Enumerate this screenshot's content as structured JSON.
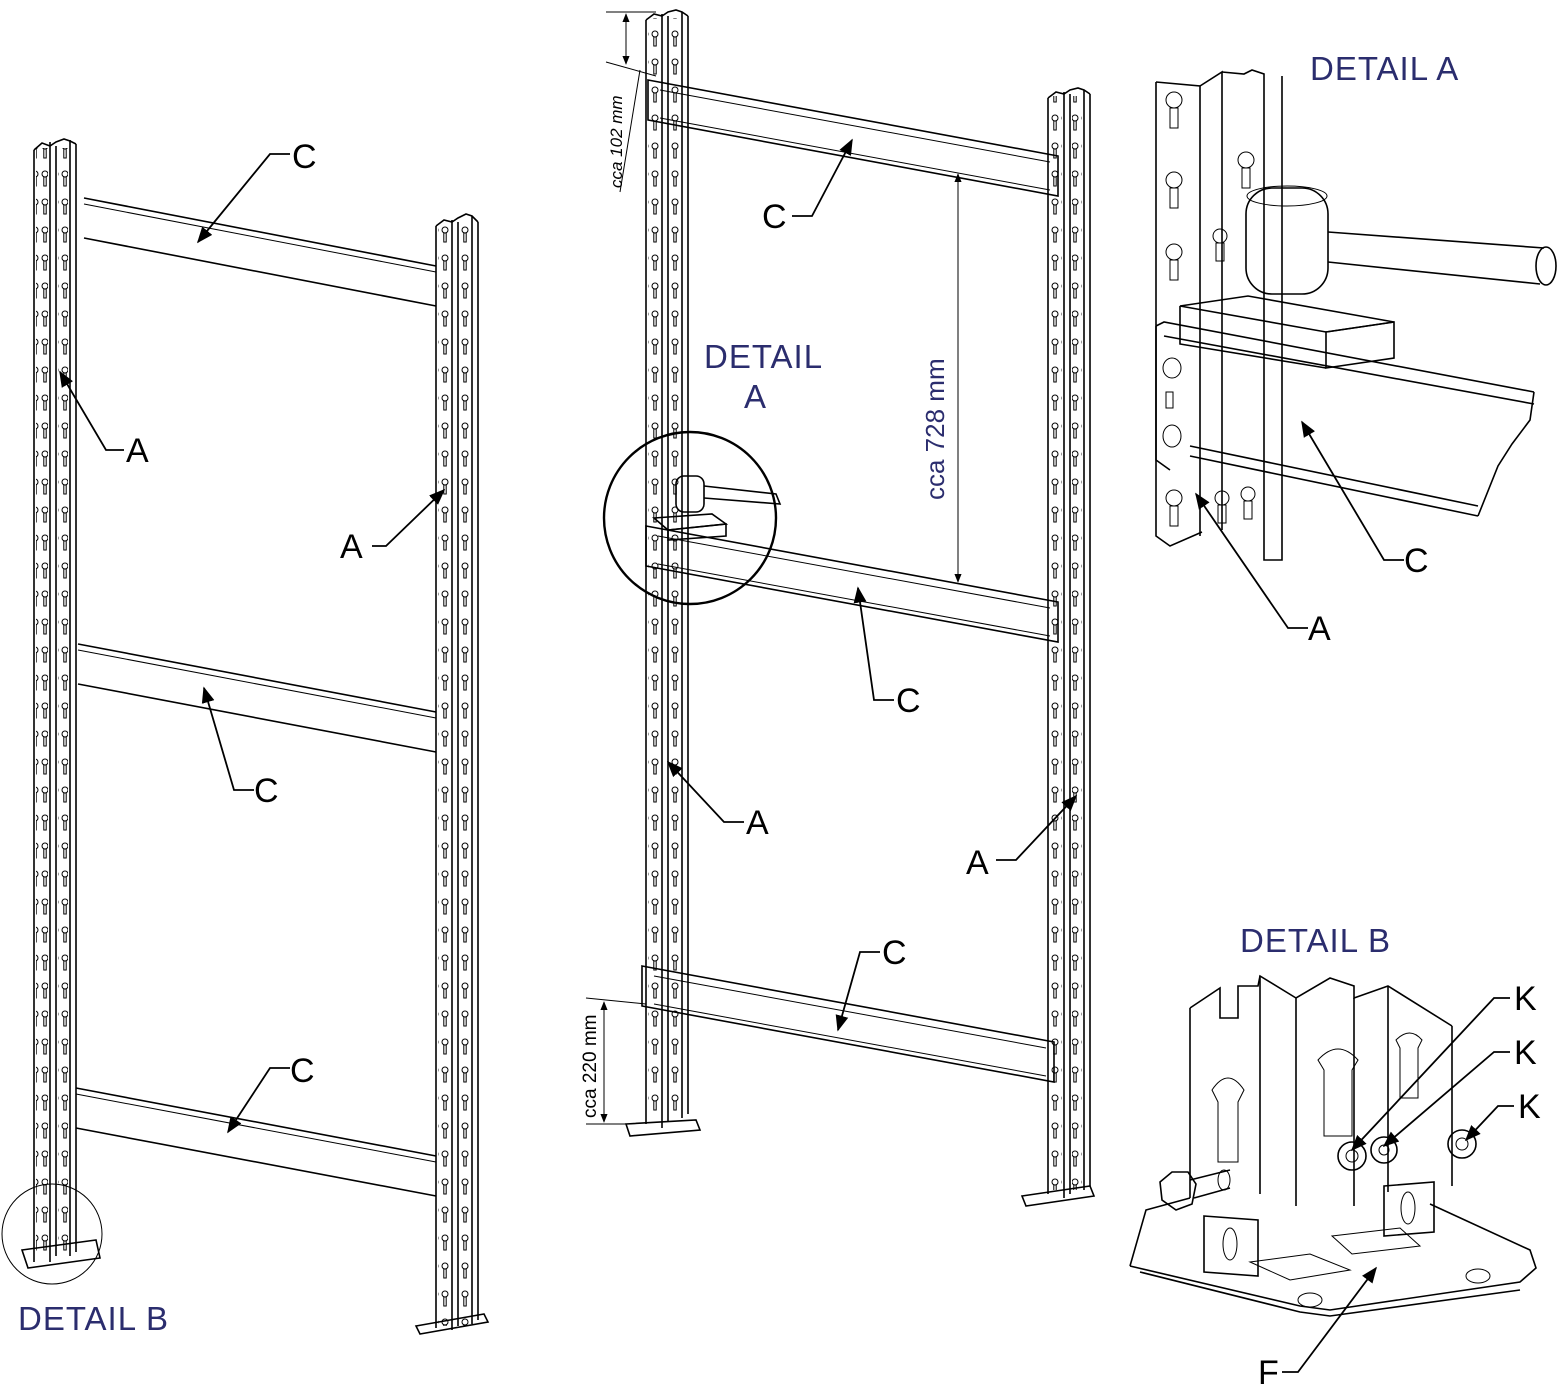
{
  "labels": {
    "a": "A",
    "c": "C",
    "f": "F",
    "k": "K"
  },
  "details": {
    "detail_a": "DETAIL  A",
    "detail_a_line1": "DETAIL",
    "detail_a_line2": "A",
    "detail_b": "DETAIL  B"
  },
  "dimensions": {
    "top_offset": "cca 102 mm",
    "beam_spacing": "cca 728 mm",
    "bottom_offset": "cca 220 mm"
  },
  "colors": {
    "line": "#000000",
    "detail_text": "#2b2d6e"
  }
}
